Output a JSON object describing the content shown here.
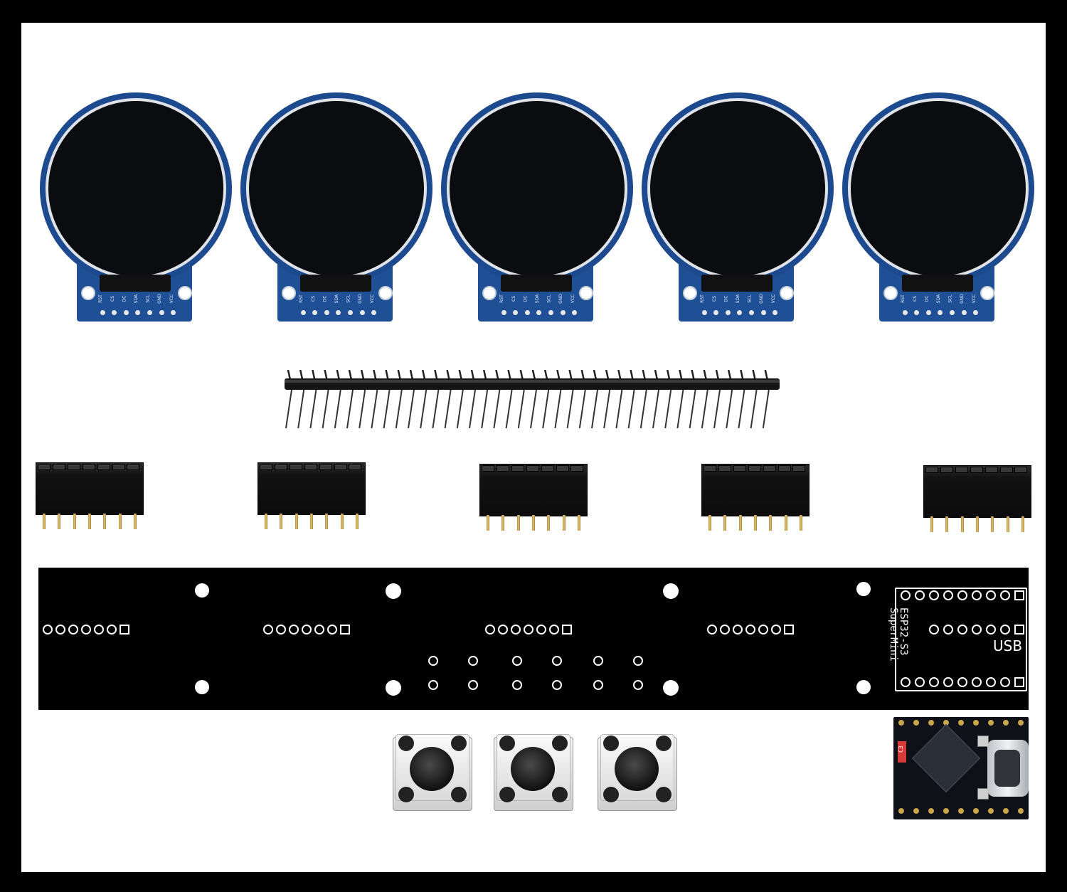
{
  "display_module": {
    "pin_labels": [
      "RST",
      "CS",
      "DC",
      "SDA",
      "SCL",
      "GND",
      "VCC"
    ]
  },
  "pcb": {
    "silkscreen": {
      "line1": "ESP32-S3",
      "line2": "SuperMini",
      "usb_label": "USB"
    }
  },
  "esp_module": {
    "part_label": "C3"
  },
  "colors": {
    "frame": "#000000",
    "background": "#ffffff",
    "display_pcb": "#1f4f95",
    "main_pcb": "#000000",
    "header_pins": "#e8c778"
  }
}
